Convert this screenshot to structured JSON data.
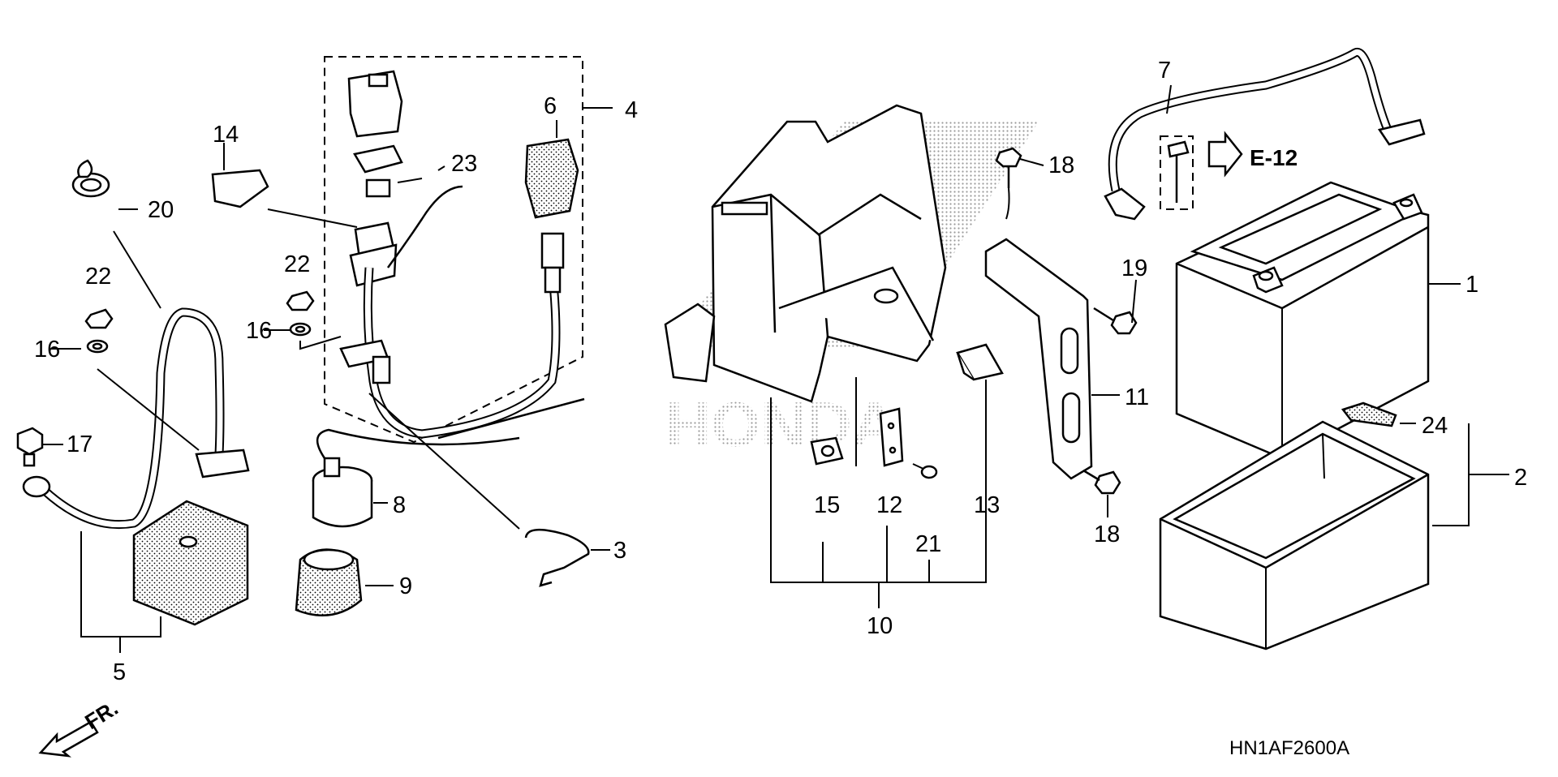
{
  "callouts": {
    "c1": "1",
    "c2": "2",
    "c3": "3",
    "c4": "4",
    "c5": "5",
    "c6": "6",
    "c7": "7",
    "c8": "8",
    "c9": "9",
    "c10": "10",
    "c11": "11",
    "c12": "12",
    "c13": "13",
    "c14": "14",
    "c15": "15",
    "c16a": "16",
    "c16b": "16",
    "c17": "17",
    "c18a": "18",
    "c18b": "18",
    "c19": "19",
    "c20": "20",
    "c21": "21",
    "c22a": "22",
    "c22b": "22",
    "c23": "23",
    "c24": "24"
  },
  "reference": {
    "label": "E-12"
  },
  "front_indicator": {
    "label": "FR."
  },
  "diagram_code": "HN1AF2600A",
  "watermark": {
    "text": "HONDA",
    "color": "#b8b8b8"
  },
  "colors": {
    "ink": "#000000",
    "paper": "#ffffff"
  }
}
